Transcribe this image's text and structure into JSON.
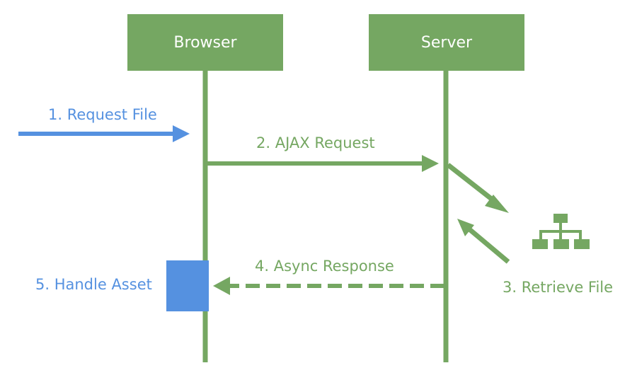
{
  "actors": [
    {
      "id": "browser",
      "label": "Browser"
    },
    {
      "id": "server",
      "label": "Server"
    }
  ],
  "steps": [
    {
      "id": "request-file",
      "label": "1. Request File"
    },
    {
      "id": "ajax-request",
      "label": "2. AJAX Request"
    },
    {
      "id": "retrieve-file",
      "label": "3. Retrieve File"
    },
    {
      "id": "async-response",
      "label": "4. Async Response"
    },
    {
      "id": "handle-asset",
      "label": "5. Handle Asset"
    }
  ],
  "icons": {
    "file_tree": "sitemap-icon"
  },
  "colors": {
    "green": "#75a762",
    "blue": "#5591e0"
  }
}
